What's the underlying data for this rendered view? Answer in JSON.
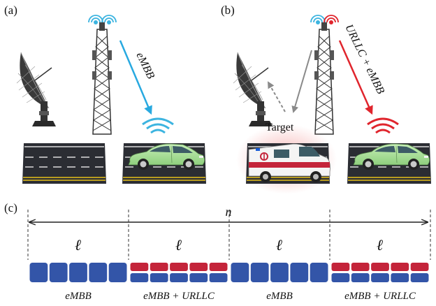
{
  "panels": {
    "a": {
      "label": "(a)",
      "link_label": "eMBB"
    },
    "b": {
      "label": "(b)",
      "link_label": "URLLC + eMBB",
      "target_label": "Target"
    },
    "c": {
      "label": "(c)",
      "span_label": "n",
      "segments": [
        {
          "length_label": "ℓ",
          "type": "eMBB",
          "caption": "eMBB"
        },
        {
          "length_label": "ℓ",
          "type": "eMBB+URLLC",
          "caption": "eMBB + URLLC"
        },
        {
          "length_label": "ℓ",
          "type": "eMBB",
          "caption": "eMBB"
        },
        {
          "length_label": "ℓ",
          "type": "eMBB+URLLC",
          "caption": "eMBB + URLLC"
        }
      ],
      "blocks_per_segment": 5
    }
  },
  "colors": {
    "embb_blue": "#3355a8",
    "urllc_red": "#c4243a",
    "signal_cyan": "#3cb4e0",
    "signal_red": "#e0252d",
    "link_cyan_arrow": "#28a9e0",
    "link_red_arrow": "#e0252d",
    "sensing_gray": "#8a8a8a",
    "car_green": "#9bd88a",
    "road_dark": "#2b2d33",
    "road_yellow": "#e8c21a"
  }
}
